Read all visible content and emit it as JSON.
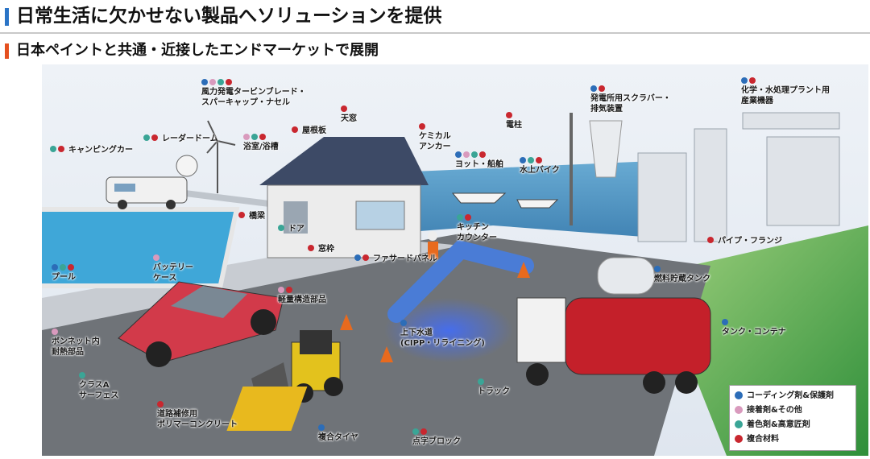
{
  "header": {
    "title": "日常生活に欠かせない製品へソリューションを提供",
    "subtitle": "日本ペイントと共通・近接したエンドマーケットで展開"
  },
  "legend": [
    {
      "key": "c1",
      "color": "#2c6db8",
      "label": "コーディング剤&保護剤"
    },
    {
      "key": "c2",
      "color": "#d99abd",
      "label": "接着剤&その他"
    },
    {
      "key": "c3",
      "color": "#3aa596",
      "label": "着色剤&高意匠剤"
    },
    {
      "key": "c4",
      "color": "#c9272f",
      "label": "複合材料"
    }
  ],
  "labels": [
    {
      "id": "camper",
      "text": "キャンピングカー",
      "dots": [
        "c3",
        "c4"
      ]
    },
    {
      "id": "radar",
      "text": "レーダードーム",
      "dots": [
        "c3",
        "c4"
      ]
    },
    {
      "id": "wind",
      "text": "風力発電タービンブレード・\nスパーキャップ・ナセル",
      "dots": [
        "c1",
        "c2",
        "c3",
        "c4"
      ]
    },
    {
      "id": "bath",
      "text": "浴室/浴槽",
      "dots": [
        "c2",
        "c3",
        "c4"
      ]
    },
    {
      "id": "roof",
      "text": "屋根板",
      "dots": [
        "c4"
      ]
    },
    {
      "id": "skylight",
      "text": "天窓",
      "dots": [
        "c4"
      ]
    },
    {
      "id": "anchor",
      "text": "ケミカル\nアンカー",
      "dots": [
        "c4"
      ]
    },
    {
      "id": "pole",
      "text": "電柱",
      "dots": [
        "c4"
      ]
    },
    {
      "id": "yacht",
      "text": "ヨット・船舶",
      "dots": [
        "c1",
        "c2",
        "c3",
        "c4"
      ]
    },
    {
      "id": "jetski",
      "text": "水上バイク",
      "dots": [
        "c1",
        "c3",
        "c4"
      ]
    },
    {
      "id": "scrubber",
      "text": "発電所用スクラバー・\n排気装置",
      "dots": [
        "c1",
        "c4"
      ]
    },
    {
      "id": "chemplant",
      "text": "化学・水処理プラント用\n産業機器",
      "dots": [
        "c1",
        "c4"
      ]
    },
    {
      "id": "bridge",
      "text": "橋梁",
      "dots": [
        "c4"
      ]
    },
    {
      "id": "door",
      "text": "ドア",
      "dots": [
        "c3"
      ]
    },
    {
      "id": "kitchen",
      "text": "キッチン\nカウンター",
      "dots": [
        "c3",
        "c4"
      ]
    },
    {
      "id": "window",
      "text": "窓枠",
      "dots": [
        "c4"
      ]
    },
    {
      "id": "facade",
      "text": "ファサードパネル",
      "dots": [
        "c1",
        "c4"
      ]
    },
    {
      "id": "pipe",
      "text": "パイプ・フランジ",
      "dots": [
        "c4"
      ]
    },
    {
      "id": "fueltank",
      "text": "燃料貯蔵タンク",
      "dots": [
        "c1"
      ]
    },
    {
      "id": "pool",
      "text": "プール",
      "dots": [
        "c1",
        "c3",
        "c4"
      ]
    },
    {
      "id": "battery",
      "text": "バッテリー\nケース",
      "dots": [
        "c2"
      ]
    },
    {
      "id": "lightweight",
      "text": "軽量構造部品",
      "dots": [
        "c2",
        "c4"
      ]
    },
    {
      "id": "water",
      "text": "上下水道\n(CIPP・リライニング)",
      "dots": [
        "c1"
      ]
    },
    {
      "id": "tankcont",
      "text": "タンク・コンテナ",
      "dots": [
        "c1"
      ]
    },
    {
      "id": "bonnet",
      "text": "ボンネット内\n耐熱部品",
      "dots": [
        "c2"
      ]
    },
    {
      "id": "classa",
      "text": "クラスA\nサーフェス",
      "dots": [
        "c3"
      ]
    },
    {
      "id": "truck",
      "text": "トラック",
      "dots": [
        "c3"
      ]
    },
    {
      "id": "road",
      "text": "道路補修用\nポリマーコンクリート",
      "dots": [
        "c4"
      ]
    },
    {
      "id": "tire",
      "text": "複合タイヤ",
      "dots": [
        "c1"
      ]
    },
    {
      "id": "tactile",
      "text": "点字ブロック",
      "dots": [
        "c3",
        "c4"
      ]
    }
  ]
}
